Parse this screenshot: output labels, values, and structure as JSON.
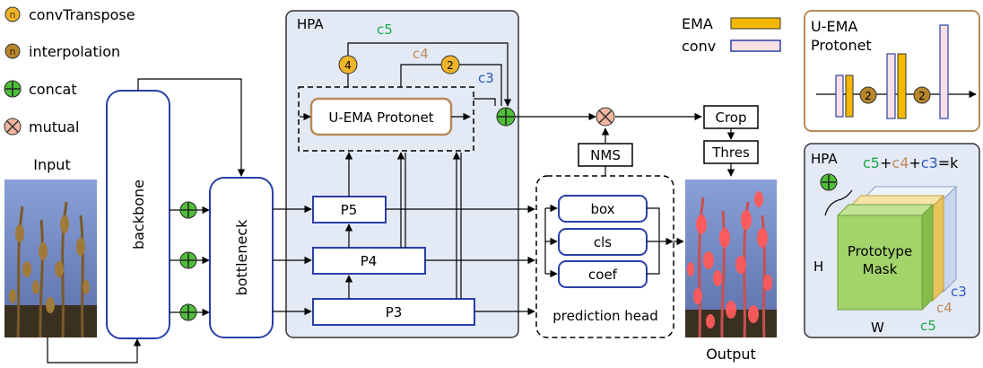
{
  "legend": {
    "conv_transpose": {
      "symbol": "n",
      "label": "convTranspose"
    },
    "interpolation": {
      "symbol": "n",
      "label": "interpolation"
    },
    "concat": {
      "label": "concat"
    },
    "mutual": {
      "label": "mutual"
    }
  },
  "input_label": "Input",
  "output_label": "Output",
  "backbone": "backbone",
  "bottleneck": "bottleneck",
  "hpa": {
    "title": "HPA",
    "c5": "c5",
    "c4": "c4",
    "c3": "c3",
    "c5_factor": "4",
    "c4_factor": "2",
    "protonet": "U-EMA Protonet",
    "p5": "P5",
    "p4": "P4",
    "p3": "P3"
  },
  "prediction_head": {
    "label": "prediction head",
    "box": "box",
    "cls": "cls",
    "coef": "coef"
  },
  "nms": "NMS",
  "crop": "Crop",
  "thres": "Thres",
  "key": {
    "ema": "EMA",
    "conv": "conv"
  },
  "uema_inset": {
    "title_line1": "U-EMA",
    "title_line2": "Protonet",
    "factor": "2"
  },
  "hpa_inset": {
    "title": "HPA",
    "eq_c5": "c5",
    "eq_plus1": "+",
    "eq_c4": "c4",
    "eq_plus2": "+",
    "eq_c3": "c3",
    "eq_k": "=k",
    "mask_line1": "Prototype",
    "mask_line2": "Mask",
    "h": "H",
    "w": "W",
    "c3": "c3",
    "c4": "c4",
    "c5": "c5"
  },
  "colors": {
    "blue": "#2b3fa8",
    "orange_circle": "#f0b429",
    "brown_circle": "#b7862a",
    "concat_green": "#4fbf3a",
    "mutual_pink": "#f2b5a0",
    "hpa_bg": "#e3eaf6",
    "protonet_border": "#b88a5a",
    "c5_green": "#1aa84a",
    "c4_tan": "#c08a5a",
    "c3_blue": "#2b57b8",
    "ema_orange": "#f5b800",
    "conv_pink": "#f7e1e5"
  }
}
